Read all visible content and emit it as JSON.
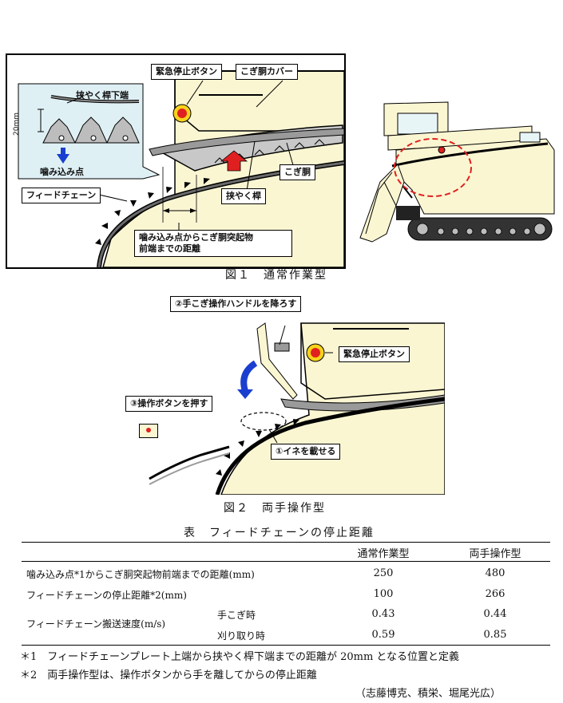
{
  "figure1": {
    "caption": "図１　通常作業型",
    "labels": {
      "emergency_stop": "緊急停止ボタン",
      "thresher_cover": "こぎ胴カバー",
      "holding_rod_lower_end": "挟やく桿下端",
      "mm20": "20mm",
      "bite_point": "噛み込み点",
      "thresher_drum": "こぎ胴",
      "holding_rod": "挟やく桿",
      "feed_chain": "フィードチェーン",
      "distance_line1": "噛み込み点からこぎ胴突起物",
      "distance_line2": "前端までの距離"
    }
  },
  "figure2": {
    "caption": "図２　両手操作型",
    "labels": {
      "step2": "②手こぎ操作ハンドルを降ろす",
      "emergency_stop": "緊急停止ボタン",
      "step3": "③操作ボタンを押す",
      "step1": "①イネを載せる"
    }
  },
  "table": {
    "title": "表　フィードチェーンの停止距離",
    "headers": [
      "通常作業型",
      "両手操作型"
    ],
    "rows": [
      {
        "label": "噛み込み点*1からこぎ胴突起物前端までの距離(mm)",
        "sub": "",
        "normal": "250",
        "twohand": "480"
      },
      {
        "label": "フィードチェーンの停止距離*2(mm)",
        "sub": "",
        "normal": "100",
        "twohand": "266"
      },
      {
        "label": "フィードチェーン搬送速度(m/s)",
        "sub": "手こぎ時",
        "normal": "0.43",
        "twohand": "0.44"
      },
      {
        "label": "",
        "sub": "刈り取り時",
        "normal": "0.59",
        "twohand": "0.85"
      }
    ]
  },
  "notes": [
    "＊1　フィードチェーンプレート上端から挟やく桿下端までの距離が 20mm となる位置と定義",
    "＊2　両手操作型は、操作ボタンから手を離してからの停止距離"
  ],
  "authors": "（志藤博克、積栄、堀尾光広）",
  "colors": {
    "machine": "#fbf6d2",
    "red": "#e02020",
    "blue": "#1a3fd0",
    "gray": "#9a9a9a"
  }
}
